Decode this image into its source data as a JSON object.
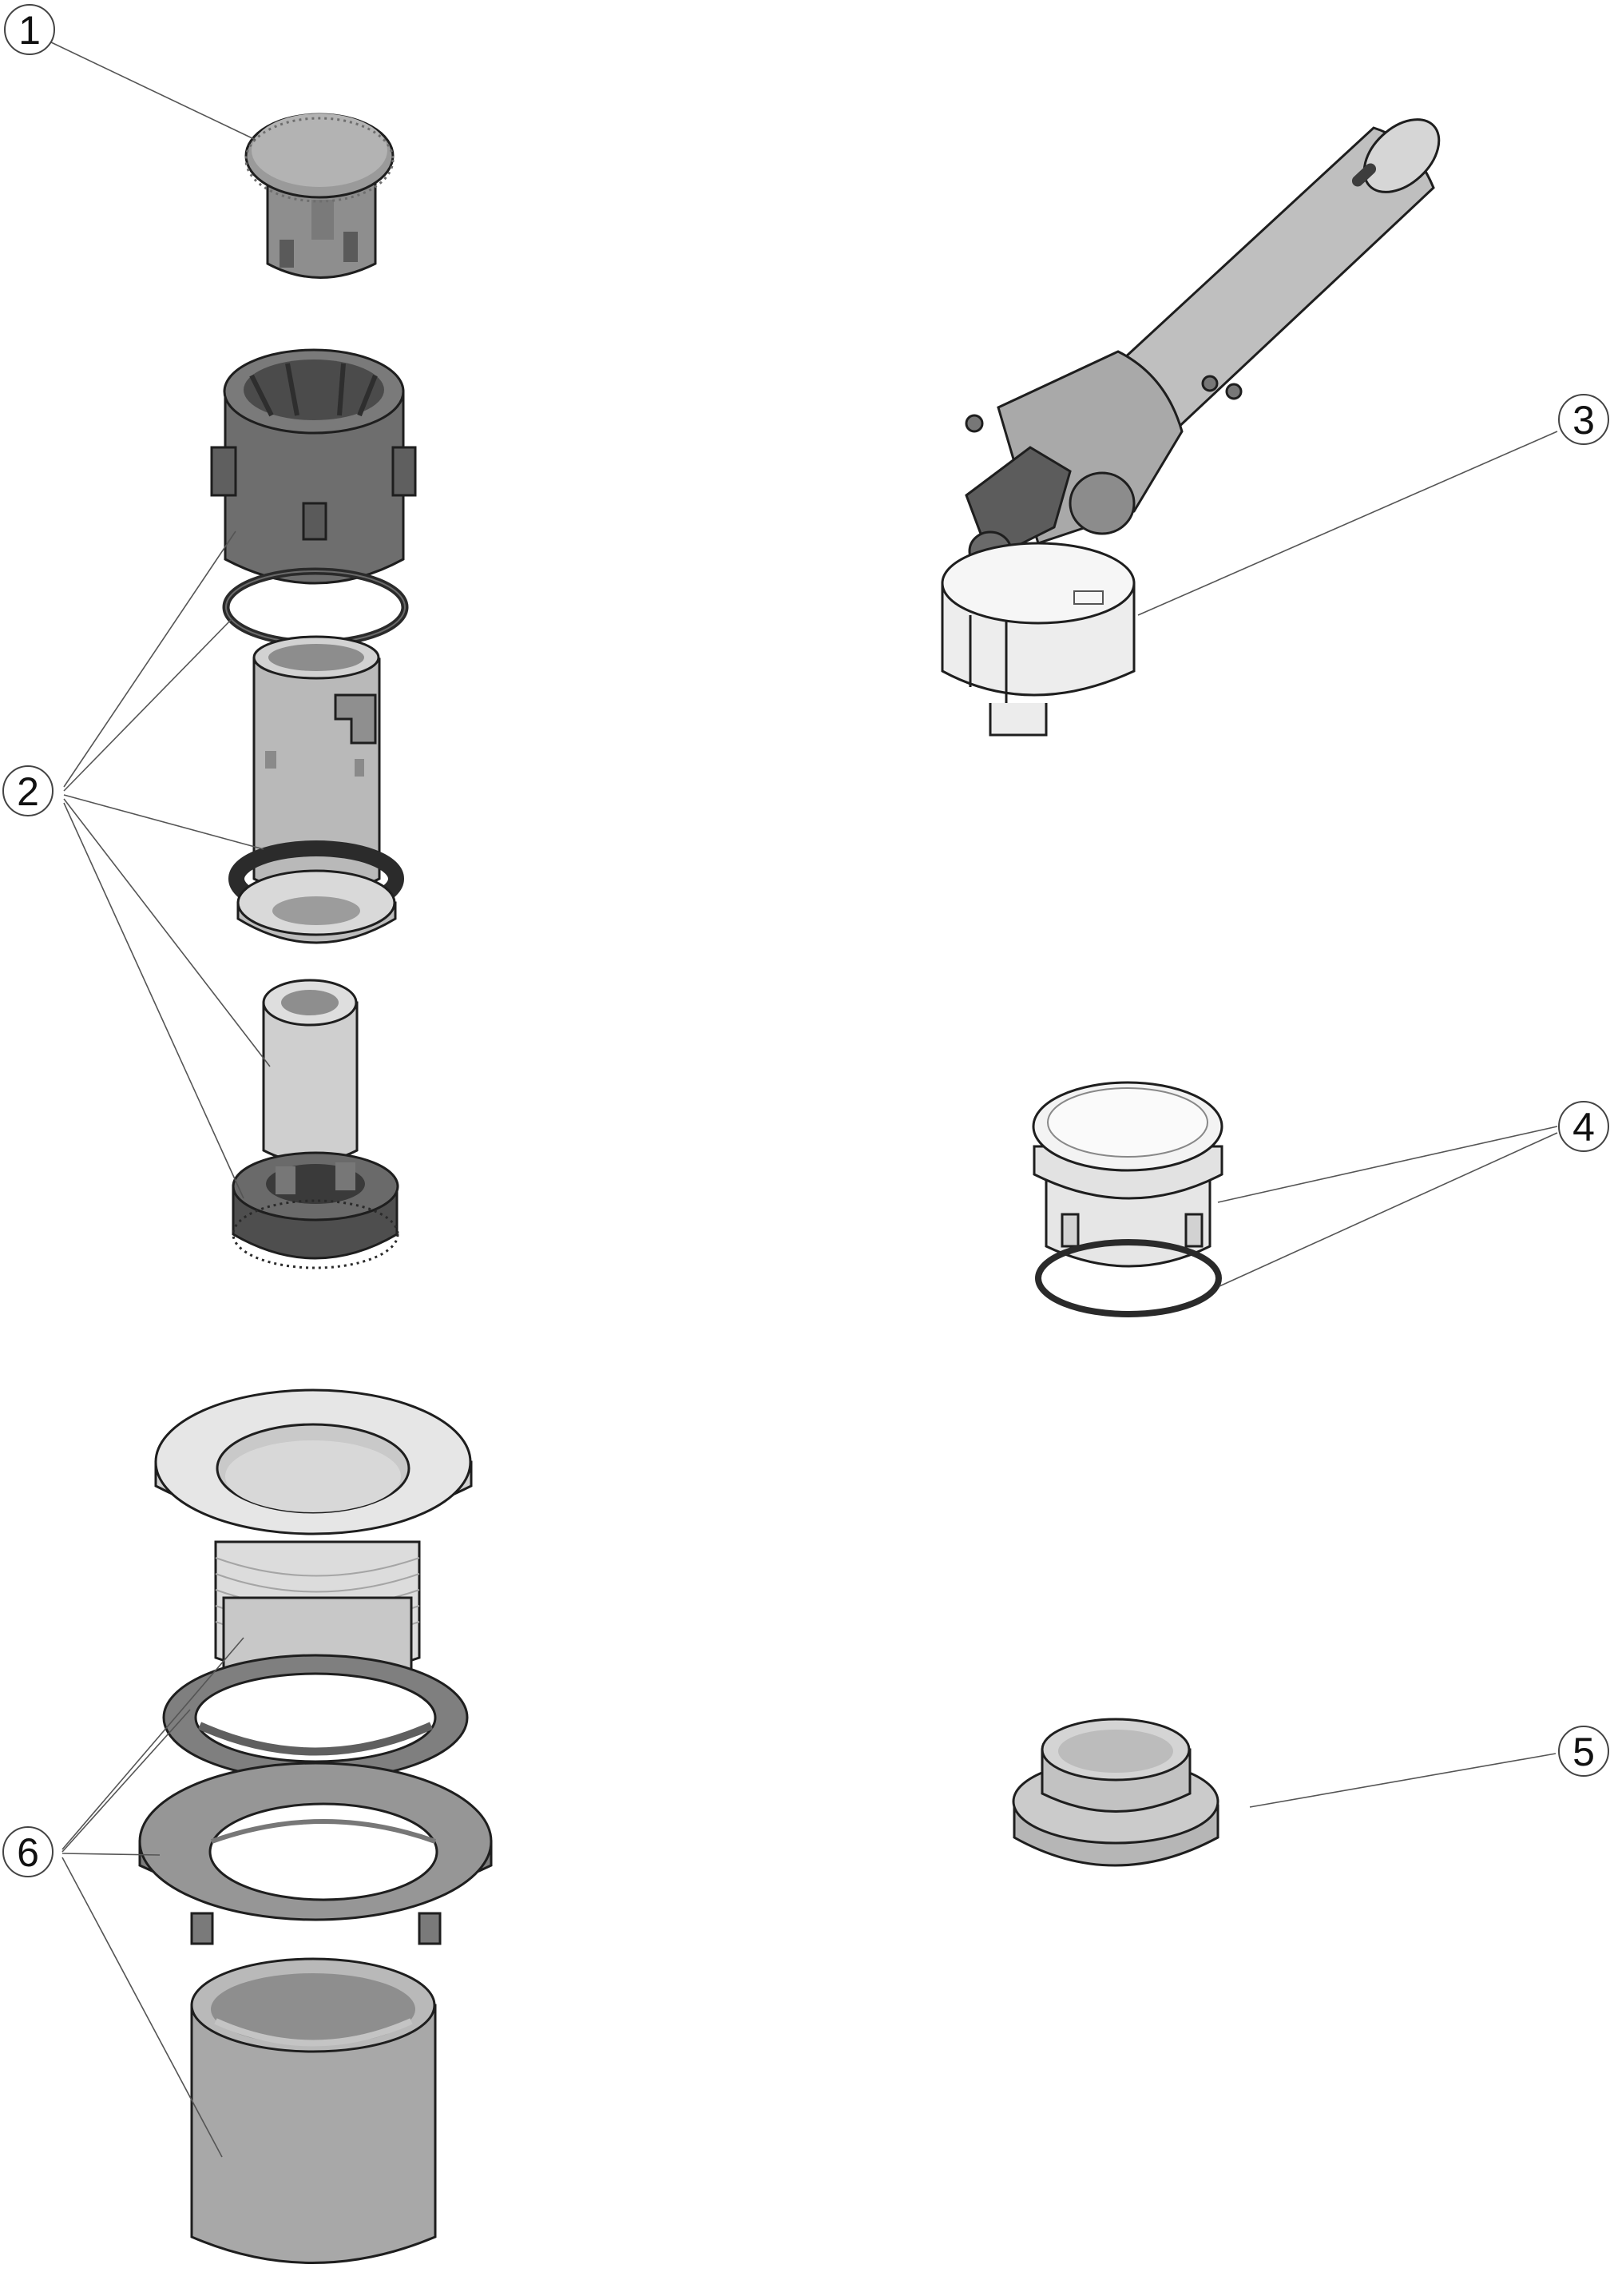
{
  "callouts": [
    {
      "id": "1",
      "label": "1"
    },
    {
      "id": "2",
      "label": "2"
    },
    {
      "id": "3",
      "label": "3"
    },
    {
      "id": "4",
      "label": "4"
    },
    {
      "id": "5",
      "label": "5"
    },
    {
      "id": "6",
      "label": "6"
    }
  ],
  "colors": {
    "dark_part": "#6b6b6b",
    "dark_part_top": "#8a8a8a",
    "mid_part": "#b7b7b7",
    "light_part": "#dcdcdc",
    "white_part": "#f1f1f1",
    "oring": "#2a2a2a",
    "leader": "#555555"
  }
}
